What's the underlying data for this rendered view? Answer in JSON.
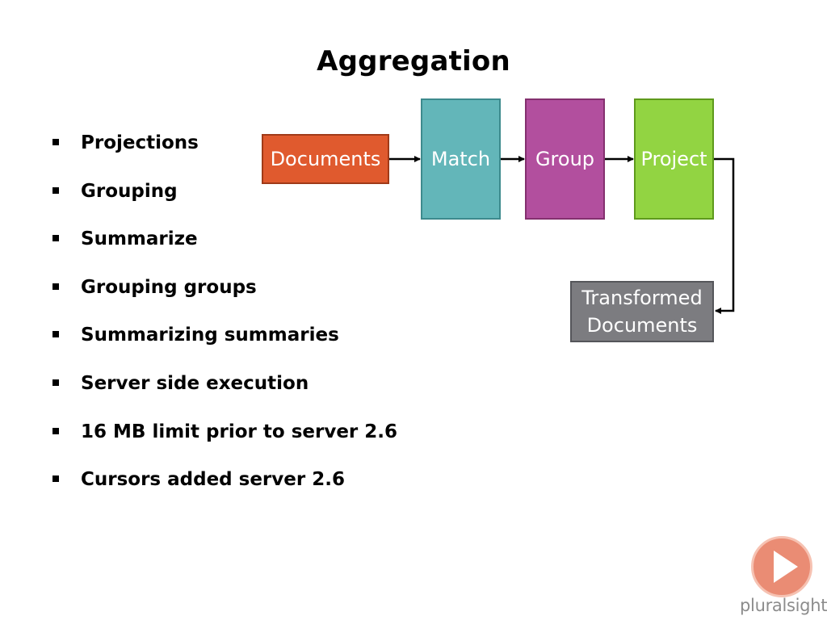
{
  "slide": {
    "title": "Aggregation",
    "bullets": [
      "Projections",
      "Grouping",
      "Summarize",
      "Grouping groups",
      "Summarizing summaries",
      "Server side execution",
      "16 MB limit prior to server 2.6",
      "Cursors added server 2.6"
    ]
  },
  "diagram": {
    "documents_label": "Documents",
    "match_label": "Match",
    "group_label": "Group",
    "project_label": "Project",
    "transformed_line1": "Transformed",
    "transformed_line2": "Documents",
    "colors": {
      "documents": "#e05a2e",
      "match": "#63b6b9",
      "group": "#b24f9e",
      "project": "#92d442",
      "transformed": "#7c7c80"
    }
  },
  "branding": {
    "logo_text": "pluralsight",
    "logo_icon": "play-icon"
  }
}
